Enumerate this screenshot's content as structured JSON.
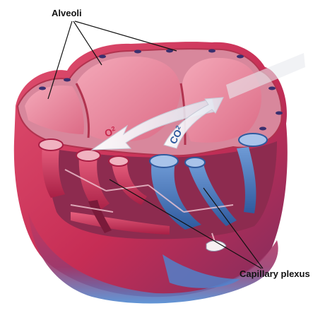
{
  "labels": {
    "alveoli": "Alveoli",
    "capillary_plexus": "Capillary plexus"
  },
  "gas_labels": {
    "oxygen": "O",
    "oxygen_sub": "2",
    "carbon_dioxide": "CO",
    "carbon_dioxide_sub": "2"
  },
  "colors": {
    "alveolar_tissue": "#d6456b",
    "alveolar_light": "#ef9aae",
    "arterial_red": "#c8284d",
    "venous_blue": "#3f6fb6",
    "arrow_white": "#f2f2f6",
    "label_text": "#111111"
  }
}
